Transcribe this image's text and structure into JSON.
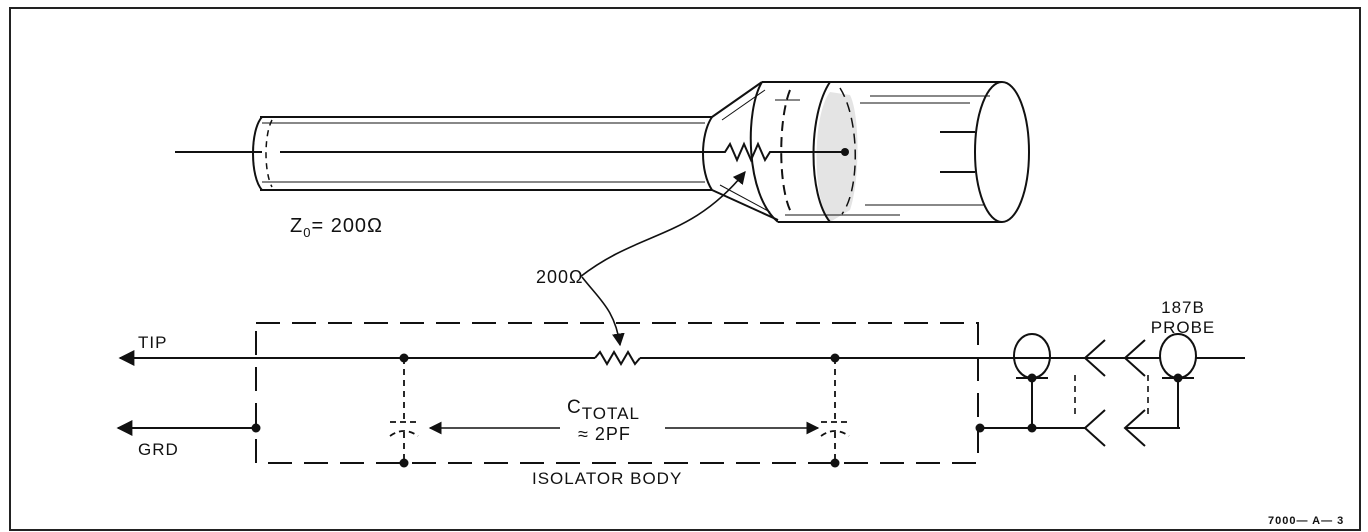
{
  "labels": {
    "impedance_prefix": "Z",
    "impedance_sub": "0",
    "impedance_value": "= 200Ω",
    "resistor_value": "200Ω",
    "probe_line1": "187B",
    "probe_line2": "PROBE",
    "tip": "TIP",
    "grd": "GRD",
    "c_prefix": "C",
    "c_sub": "TOTAL",
    "c_value": "≈ 2PF",
    "body": "ISOLATOR BODY",
    "figure_id": "7000— A— 3"
  },
  "colors": {
    "ink": "#111111",
    "shade": "#e4e4e4",
    "background": "#ffffff"
  }
}
